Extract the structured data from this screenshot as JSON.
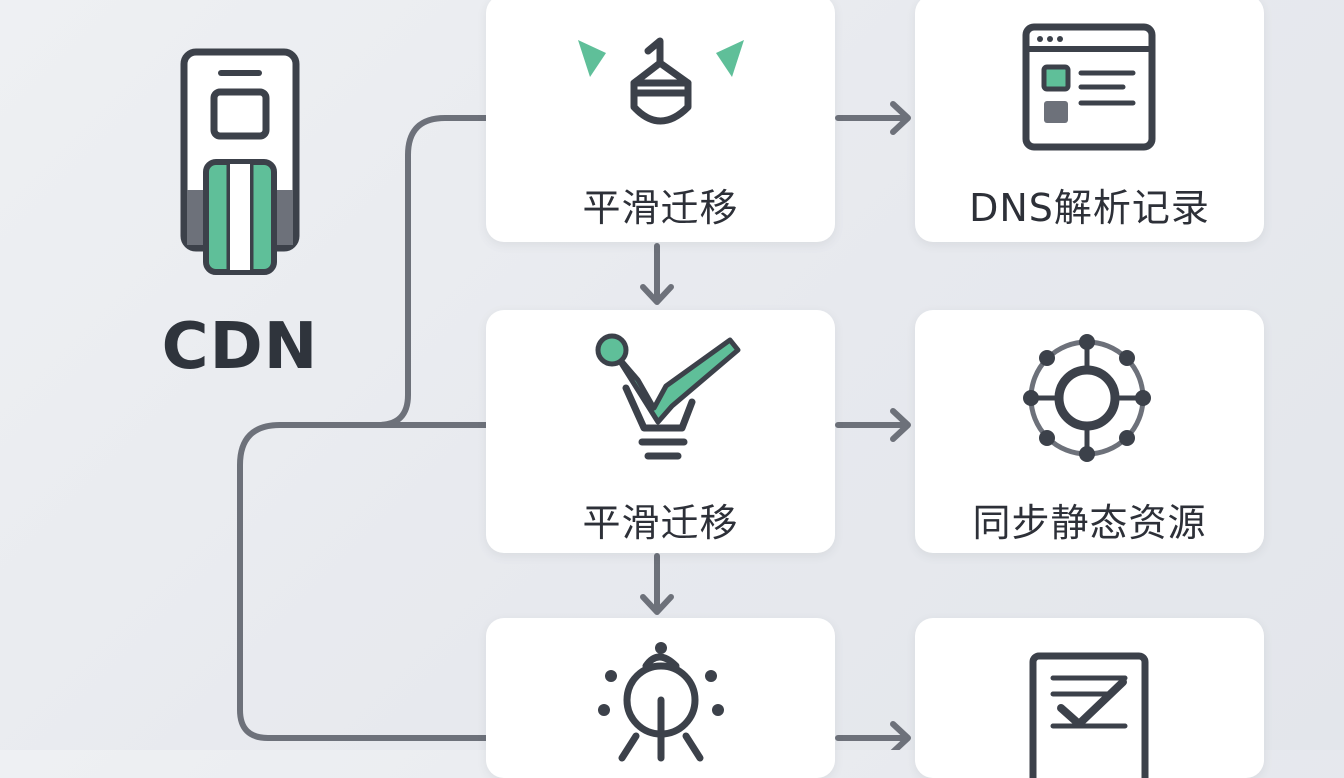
{
  "brand": {
    "label": "CDN",
    "colors": {
      "dark": "#3c414a",
      "accent": "#5fbf99",
      "gray": "#6d717a"
    }
  },
  "steps": [
    {
      "label": "平滑迁移",
      "icon": "smooth-migration-icon"
    },
    {
      "label": "平滑迁移",
      "icon": "migration-check-icon"
    },
    {
      "label": "",
      "icon": "network-node-icon"
    }
  ],
  "targets": [
    {
      "label": "DNS解析记录",
      "icon": "dns-record-window-icon"
    },
    {
      "label": "同步静态资源",
      "icon": "network-hub-icon"
    },
    {
      "label": "",
      "icon": "checklist-document-icon"
    }
  ]
}
